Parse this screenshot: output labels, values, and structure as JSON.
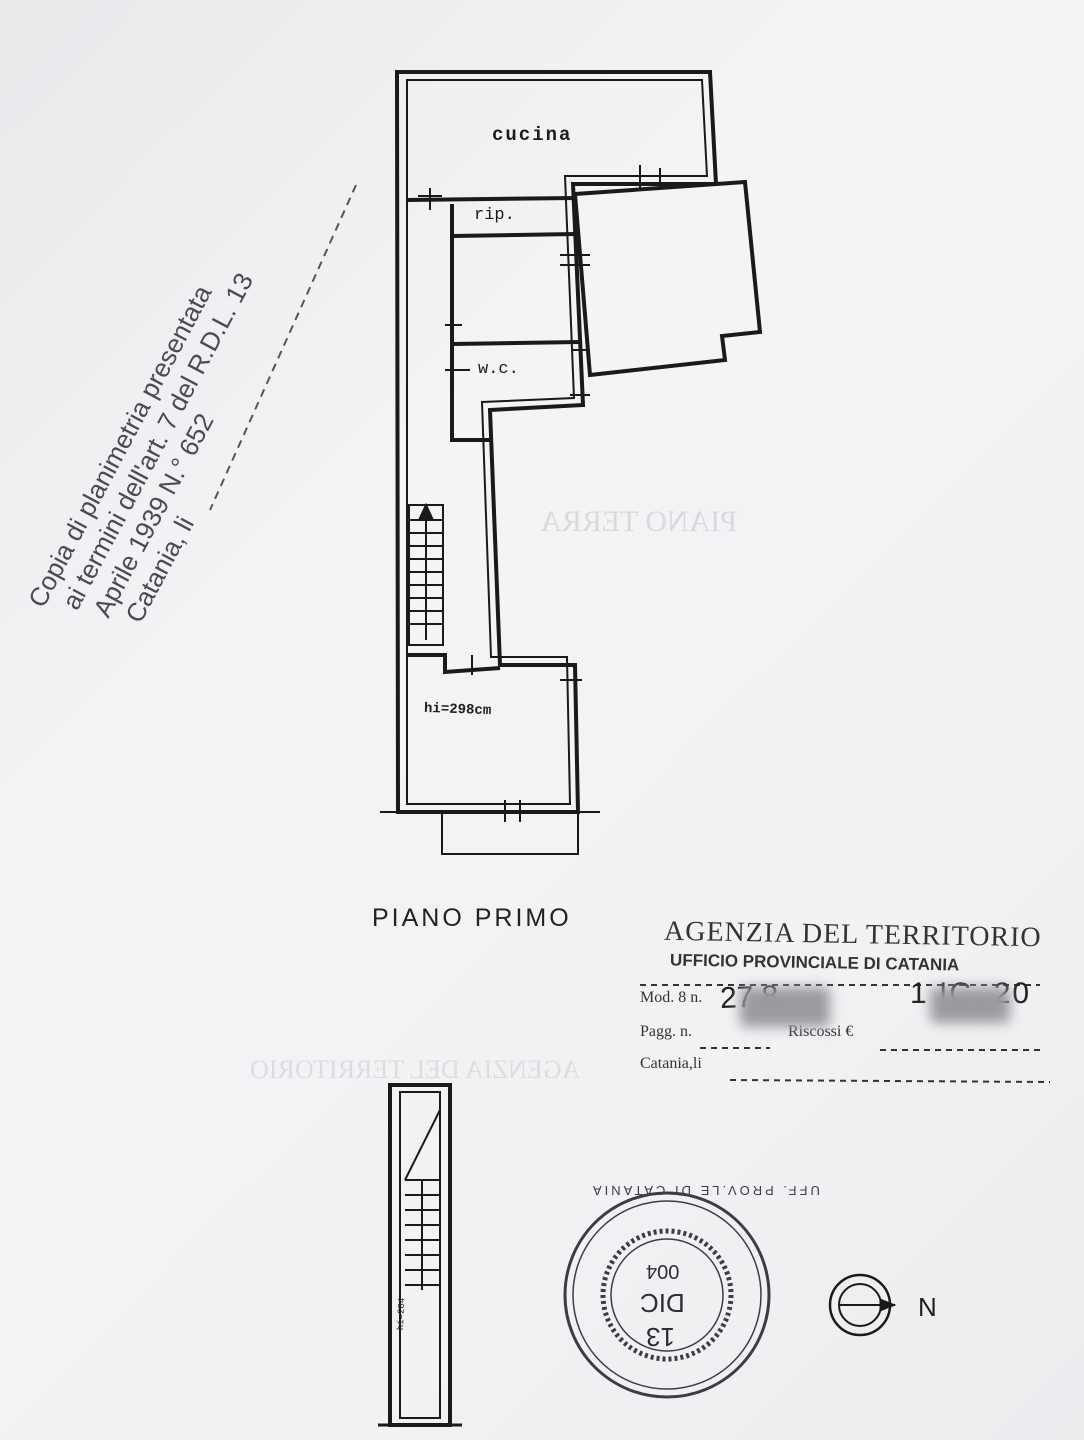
{
  "plan": {
    "rooms": {
      "cucina": "cucina",
      "ripostiglio": "rip.",
      "wc": "w.c."
    },
    "height_note": "hi=298cm",
    "height_note_small": "hi=284",
    "floor_title": "PIANO PRIMO"
  },
  "left_stamp": {
    "line1": "Copia di planimetria presentata",
    "line2": "ai termini dell'art. 7 del R.D.L. 13",
    "line3": "Aprile 1939 N.° 652",
    "line4": "Catania, li"
  },
  "office_stamp": {
    "agency": "AGENZIA DEL TERRITORIO",
    "office": "UFFICIO PROVINCIALE DI CATANIA",
    "mod_label": "Mod. 8 n.",
    "pagg_label": "Pagg. n.",
    "riscossi_label": "Riscossi €",
    "catania_label": "Catania,li",
    "handwritten_left": "27  8",
    "handwritten_right": "1   IC. 20"
  },
  "round_stamp": {
    "ring_text": "UFF. PROV.LE DI CATANIA",
    "day": "13",
    "month": "DIC",
    "year": "004"
  },
  "compass": {
    "label": "N"
  },
  "colors": {
    "ink": "#1d1d1d",
    "stamp_ink": "#4a4a52",
    "paper": "#f1f1f3"
  }
}
